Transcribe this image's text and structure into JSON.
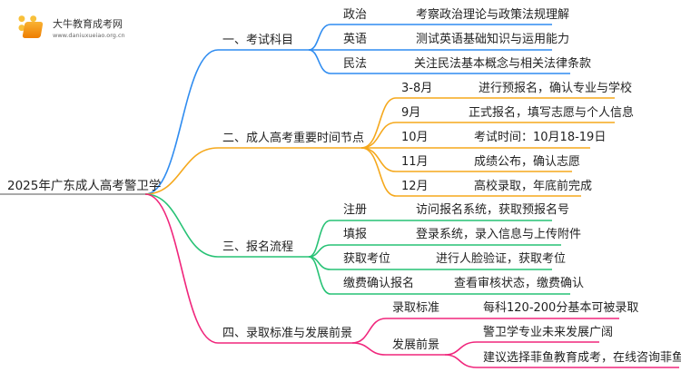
{
  "logo": {
    "name": "大牛教育成考网",
    "url": "www.daniuxueiao.org.cn"
  },
  "colors": {
    "blue": "#2f8cf0",
    "orange": "#f5a81c",
    "green": "#27c275",
    "pink": "#f0267c"
  },
  "root": "2025年广东成人高考警卫学",
  "branches": [
    {
      "label": "一、考试科目",
      "items": [
        {
          "label": "政治",
          "desc": "考察政治理论与政策法规理解"
        },
        {
          "label": "英语",
          "desc": "测试英语基础知识与运用能力"
        },
        {
          "label": "民法",
          "desc": "关注民法基本概念与相关法律条款"
        }
      ]
    },
    {
      "label": "二、成人高考重要时间节点",
      "items": [
        {
          "label": "3-8月",
          "desc": "进行预报名，确认专业与学校"
        },
        {
          "label": "9月",
          "desc": "正式报名，填写志愿与个人信息"
        },
        {
          "label": "10月",
          "desc": "考试时间：10月18-19日"
        },
        {
          "label": "11月",
          "desc": "成绩公布，确认志愿"
        },
        {
          "label": "12月",
          "desc": "高校录取，年底前完成"
        }
      ]
    },
    {
      "label": "三、报名流程",
      "items": [
        {
          "label": "注册",
          "desc": "访问报名系统，获取预报名号"
        },
        {
          "label": "填报",
          "desc": "登录系统，录入信息与上传附件"
        },
        {
          "label": "获取考位",
          "desc": "进行人脸验证，获取考位"
        },
        {
          "label": "缴费确认报名",
          "desc": "查看审核状态，缴费确认"
        }
      ]
    },
    {
      "label": "四、录取标准与发展前景",
      "items": [
        {
          "label": "录取标准",
          "desc": "每科120-200分基本可被录取"
        },
        {
          "label": "发展前景",
          "subs": [
            "警卫学专业未来发展广阔",
            "建议选择菲鱼教育成考，在线咨询菲鱼老师"
          ]
        }
      ]
    }
  ]
}
